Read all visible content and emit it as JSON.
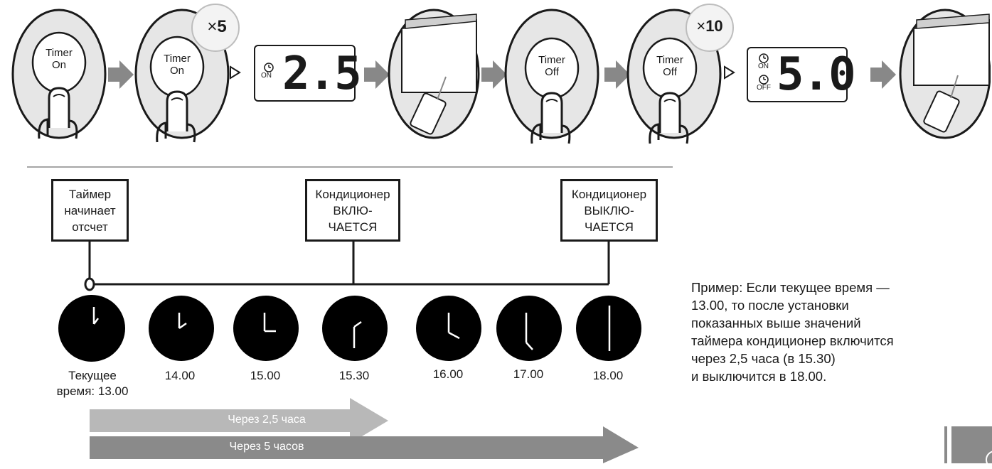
{
  "steps": {
    "button_labels": {
      "timer_on": "Timer\nOn",
      "timer_off": "Timer\nOff"
    },
    "multipliers": {
      "on_presses": "5",
      "off_presses": "10",
      "multiplier_symbol": "×"
    },
    "displays": {
      "first": {
        "indicator": "ON",
        "value": "2.5"
      },
      "second": {
        "indicator_on": "ON",
        "indicator_off": "OFF",
        "value": "5.0"
      }
    }
  },
  "timeline": {
    "boxes": {
      "start": "Таймер\nначинает\nотсчет",
      "ac_on": "Кондиционер\nВКЛЮ-\nЧАЕТСЯ",
      "ac_off": "Кондиционер\nВЫКЛЮ-\nЧАЕТСЯ"
    },
    "clock_labels": [
      "Текущее\nвремя: 13.00",
      "14.00",
      "15.00",
      "15.30",
      "16.00",
      "17.00",
      "18.00"
    ],
    "arrows": {
      "short": "Через 2,5 часа",
      "long": "Через 5 часов"
    }
  },
  "example_text": "Пример: Если текущее время —\n13.00, то после установки\nпоказанных выше значений\nтаймера кондиционер включится\nчерез 2,5 часа (в 15.30)\nи выключится в 18.00.",
  "colors": {
    "ink": "#1a1a1a",
    "light_gray": "#e6e6e6",
    "arrow_gray": "#888888",
    "light_arrow": "#b8b8b8",
    "dark_arrow": "#8a8a8a"
  }
}
